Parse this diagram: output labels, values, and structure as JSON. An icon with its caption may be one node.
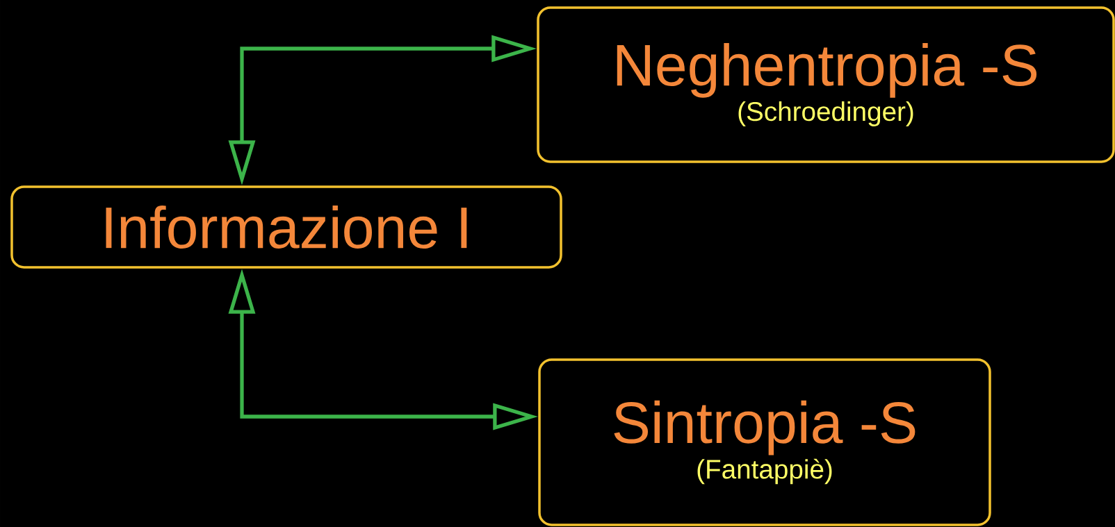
{
  "diagram": {
    "nodes": [
      {
        "text": [
          "Informazione I"
        ]
      },
      {
        "text": [
          "Neghentropia  -S",
          "(Schroedinger)"
        ]
      },
      {
        "text": [
          "Sintropia  -S",
          "(Fantappiè)"
        ]
      }
    ],
    "edges": [
      {
        "from": 0,
        "to": 1,
        "arrow": "both"
      },
      {
        "from": 0,
        "to": 2,
        "arrow": "both"
      }
    ]
  }
}
